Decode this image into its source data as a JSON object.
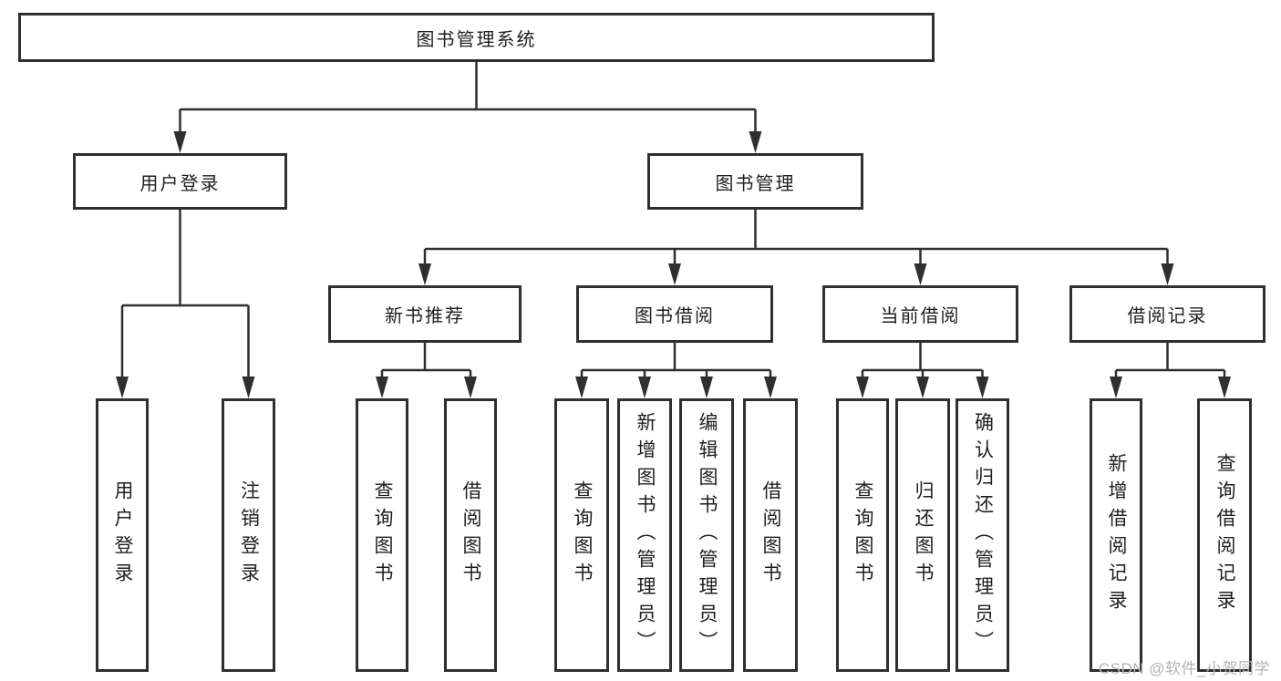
{
  "nodes": {
    "root": {
      "label": "图书管理系统"
    },
    "user_login": {
      "label": "用户登录"
    },
    "book_mgmt": {
      "label": "图书管理"
    },
    "new_book_rec": {
      "label": "新书推荐"
    },
    "book_borrow": {
      "label": "图书借阅"
    },
    "current_borrow": {
      "label": "当前借阅"
    },
    "borrow_records": {
      "label": "借阅记录"
    },
    "leaf_user_login": {
      "label": "用户登录"
    },
    "leaf_logout": {
      "label": "注销登录"
    },
    "leaf_nb_query": {
      "label": "查询图书"
    },
    "leaf_nb_borrow": {
      "label": "借阅图书"
    },
    "leaf_bb_query": {
      "label": "查询图书"
    },
    "leaf_bb_add": {
      "label": "新增图书（管理员）"
    },
    "leaf_bb_edit": {
      "label": "编辑图书（管理员）"
    },
    "leaf_bb_borrow": {
      "label": "借阅图书"
    },
    "leaf_cb_query": {
      "label": "查询图书"
    },
    "leaf_cb_return": {
      "label": "归还图书"
    },
    "leaf_cb_confirm": {
      "label": "确认归还（管理员）"
    },
    "leaf_br_add": {
      "label": "新增借阅记录"
    },
    "leaf_br_query": {
      "label": "查询借阅记录"
    }
  },
  "hierarchy": {
    "图书管理系统": {
      "用户登录": [
        "用户登录",
        "注销登录"
      ],
      "图书管理": {
        "新书推荐": [
          "查询图书",
          "借阅图书"
        ],
        "图书借阅": [
          "查询图书",
          "新增图书（管理员）",
          "编辑图书（管理员）",
          "借阅图书"
        ],
        "当前借阅": [
          "查询图书",
          "归还图书",
          "确认归还（管理员）"
        ],
        "借阅记录": [
          "新增借阅记录",
          "查询借阅记录"
        ]
      }
    }
  },
  "watermark": {
    "text": "CSDN @软件_小贺同学"
  },
  "colors": {
    "line": "#2f2f2f",
    "border": "#2f2f2f",
    "text": "#1f1f1f",
    "watermark": "#b3b3b3",
    "background": "#ffffff"
  }
}
